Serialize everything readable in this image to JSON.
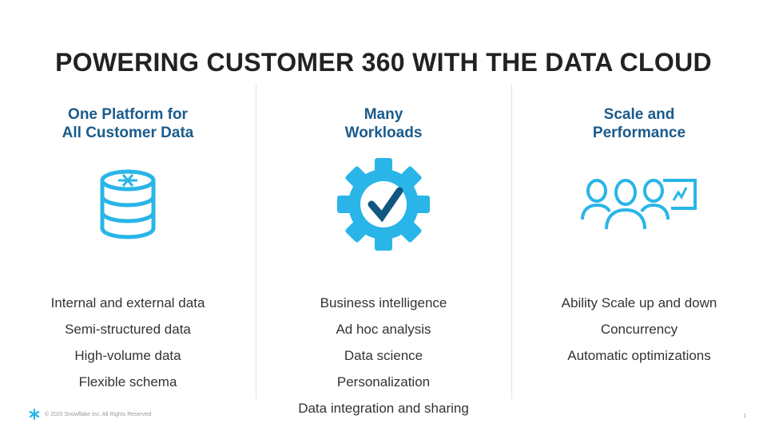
{
  "title": "POWERING CUSTOMER 360 WITH THE DATA CLOUD",
  "columns": [
    {
      "heading_1": "One Platform for",
      "heading_2": "All Customer Data",
      "icon": "database-snowflake-icon",
      "items": [
        "Internal and external data",
        "Semi-structured data",
        "High-volume data",
        "Flexible schema"
      ]
    },
    {
      "heading_1": "Many",
      "heading_2": "Workloads",
      "icon": "gear-check-icon",
      "items": [
        "Business intelligence",
        "Ad hoc analysis",
        "Data science",
        "Personalization",
        "Data integration and sharing"
      ]
    },
    {
      "heading_1": "Scale and",
      "heading_2": "Performance",
      "icon": "people-chart-icon",
      "items": [
        "Ability Scale up and down",
        "Concurrency",
        "Automatic optimizations"
      ]
    }
  ],
  "footer": {
    "copyright": "© 2020 Snowflake Inc. All Rights Reserved",
    "page_number": "1"
  },
  "colors": {
    "accent": "#29b5e8",
    "dark": "#11567f",
    "heading": "#1b5b8c"
  }
}
